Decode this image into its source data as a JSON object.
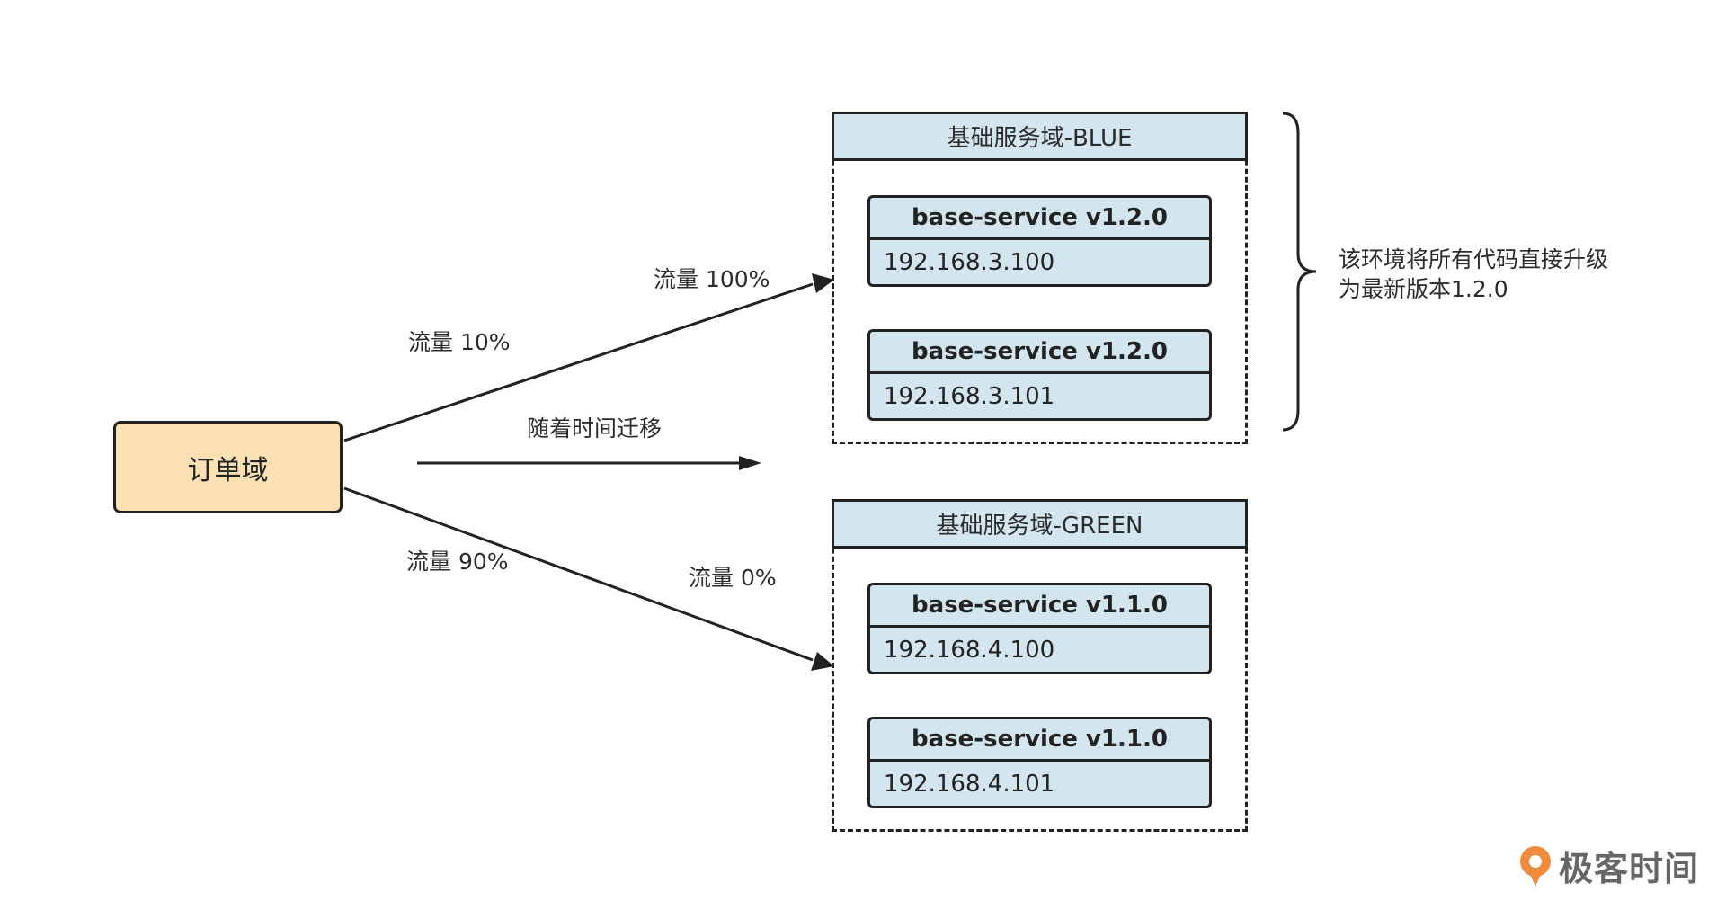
{
  "order_domain": {
    "label": "订单域"
  },
  "time_label": "随着时间迁移",
  "traffic": {
    "upper_before": "流量 10%",
    "upper_after": "流量 100%",
    "lower_before": "流量 90%",
    "lower_after": "流量 0%"
  },
  "blue_domain": {
    "title": "基础服务域-BLUE",
    "services": [
      {
        "name": "base-service v1.2.0",
        "ip": "192.168.3.100"
      },
      {
        "name": "base-service v1.2.0",
        "ip": "192.168.3.101"
      }
    ]
  },
  "green_domain": {
    "title": "基础服务域-GREEN",
    "services": [
      {
        "name": "base-service v1.1.0",
        "ip": "192.168.4.100"
      },
      {
        "name": "base-service v1.1.0",
        "ip": "192.168.4.101"
      }
    ]
  },
  "note": {
    "line1": "该环境将所有代码直接升级",
    "line2": "为最新版本1.2.0"
  },
  "brand": {
    "name": "极客时间",
    "icon": "geektime-logo-icon",
    "color": "#f08a3c"
  },
  "colors": {
    "order_fill": "#fbe0b4",
    "service_fill": "#d3e5ee",
    "stroke": "#222222"
  }
}
